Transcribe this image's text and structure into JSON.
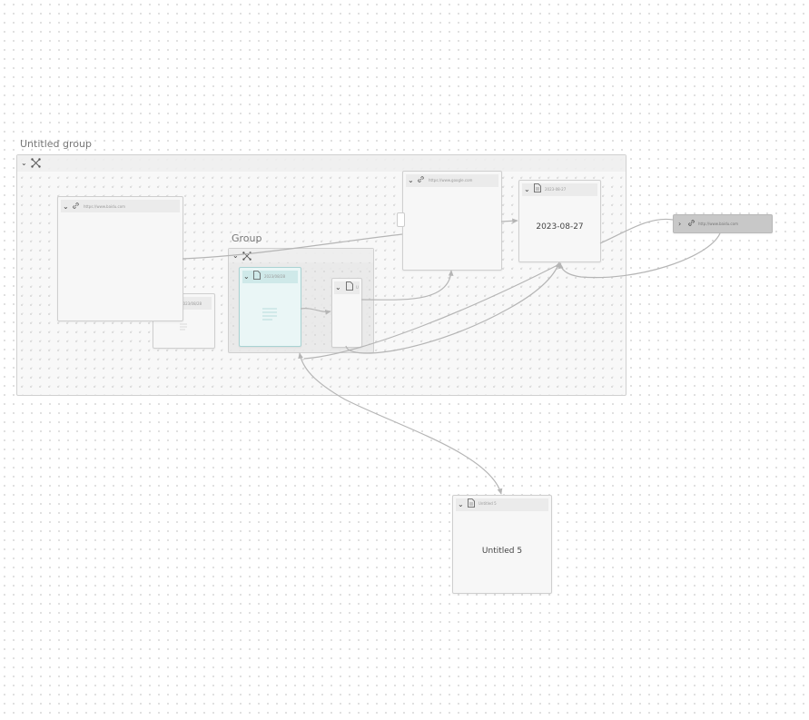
{
  "groups": {
    "outer": {
      "label": "Untitled group"
    },
    "inner": {
      "label": "Group"
    }
  },
  "nodes": {
    "baidu_link": {
      "title": "https://www.baidu.com"
    },
    "hidden_date": {
      "title": "2023/08/28"
    },
    "google_link": {
      "title": "https://www.google.com"
    },
    "date_note": {
      "title": "2023-08-27",
      "body": "2023-08-27"
    },
    "collapsed_link": {
      "title": "http://www.baidu.com"
    },
    "selected_note": {
      "title": "2023/08/28"
    },
    "small_note": {
      "title": "U"
    },
    "untitled5": {
      "title": "Untitled 5",
      "body": "Untitled 5"
    }
  },
  "icons": [
    "chevron-down-icon",
    "chevron-right-icon",
    "link-icon",
    "document-icon",
    "group-select-icon",
    "text-lines-icon"
  ],
  "colors": {
    "canvas_dot": "#d8d8d8",
    "edge": "#b5b5b5",
    "selected_fill": "#eaf6f6",
    "selected_border": "#a9d3d3",
    "collapsed_fill": "#c8c8c8"
  }
}
